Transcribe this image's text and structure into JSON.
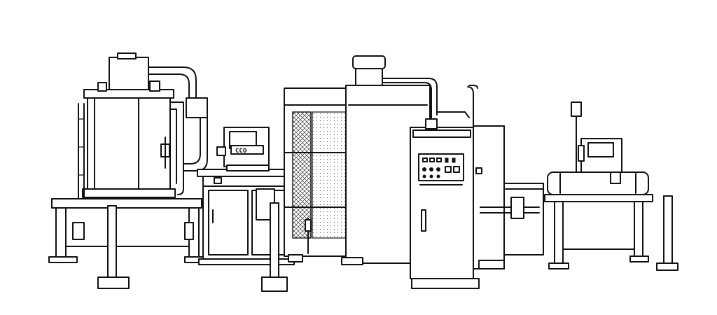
{
  "scene": {
    "colors": {
      "line": "#111111",
      "background": "#ffffff"
    },
    "monitor_screen_text": "CCO",
    "machines": [
      {
        "id": "vacuum-furnace-tower",
        "icon": "tower-furnace"
      },
      {
        "id": "control-monitor-cabinet",
        "icon": "monitor-cabinet"
      },
      {
        "id": "mesh-enclosure-unit",
        "icon": "mesh-cage"
      },
      {
        "id": "central-column-machine",
        "icon": "column-press"
      },
      {
        "id": "control-panel-cabinet",
        "icon": "control-panel"
      },
      {
        "id": "conveyor-side-unit",
        "icon": "conveyor"
      },
      {
        "id": "end-processing-unit",
        "icon": "end-unit"
      }
    ]
  }
}
